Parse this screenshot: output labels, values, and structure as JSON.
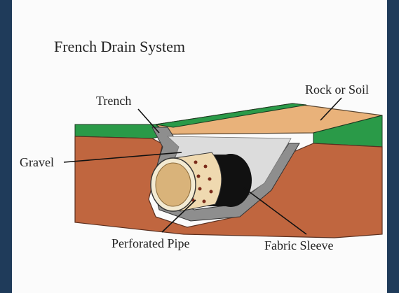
{
  "title": "French Drain System",
  "labels": {
    "trench": "Trench",
    "rock_or_soil": "Rock or Soil",
    "gravel": "Gravel",
    "perforated_pipe": "Perforated Pipe",
    "fabric_sleeve": "Fabric Sleeve"
  },
  "colors": {
    "frame_border": "#1f3b5a",
    "background": "#fbfbfb",
    "grass": "#2a9a48",
    "soil": "#c0663f",
    "rock_or_soil": "#e9b27a",
    "gravel": "#dcdcdc",
    "trench_liner": "#8e8e8e",
    "fabric_sleeve": "#111111",
    "pipe": "#d9b37a"
  },
  "icons": {
    "decorative": "french-drain-cross-section"
  }
}
